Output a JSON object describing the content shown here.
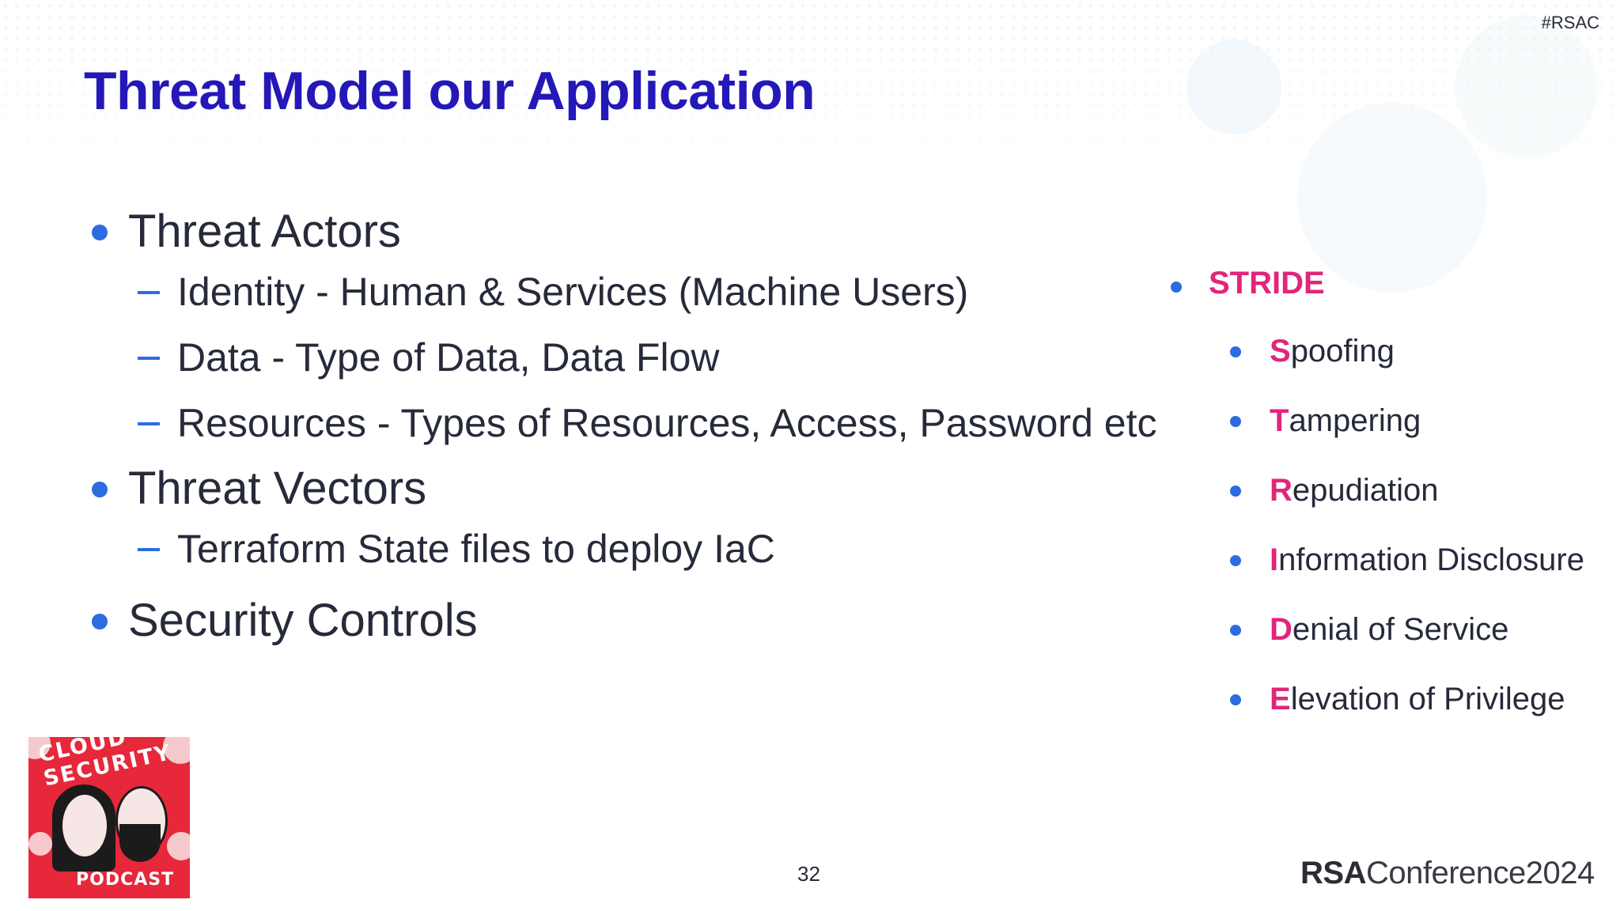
{
  "hashtag": "#RSAC",
  "title": "Threat Model our Application",
  "main_list": [
    {
      "label": "Threat Actors",
      "subs": [
        "Identity - Human & Services (Machine Users)",
        "Data - Type of Data, Data Flow",
        "Resources - Types of Resources, Access, Password etc"
      ]
    },
    {
      "label": "Threat Vectors",
      "subs": [
        "Terraform State files to deploy IaC"
      ]
    },
    {
      "label": "Security Controls",
      "subs": []
    }
  ],
  "stride": {
    "heading": "STRIDE",
    "items": [
      {
        "first": "S",
        "rest": "poofing"
      },
      {
        "first": "T",
        "rest": "ampering"
      },
      {
        "first": "R",
        "rest": "epudiation"
      },
      {
        "first": "I",
        "rest": "nformation Disclosure"
      },
      {
        "first": "D",
        "rest": "enial of Service"
      },
      {
        "first": "E",
        "rest": "levation of Privilege"
      }
    ]
  },
  "podcast_logo": {
    "top_text": "CLOUD SECURITY",
    "bottom_text": "PODCAST"
  },
  "page_number": "32",
  "brand": {
    "rsa": "RSA",
    "conference": "Conference",
    "year": "2024"
  },
  "colors": {
    "title": "#2418b8",
    "accent": "#e0267a",
    "bullet": "#2d6be0",
    "logo_bg": "#e6283a"
  }
}
